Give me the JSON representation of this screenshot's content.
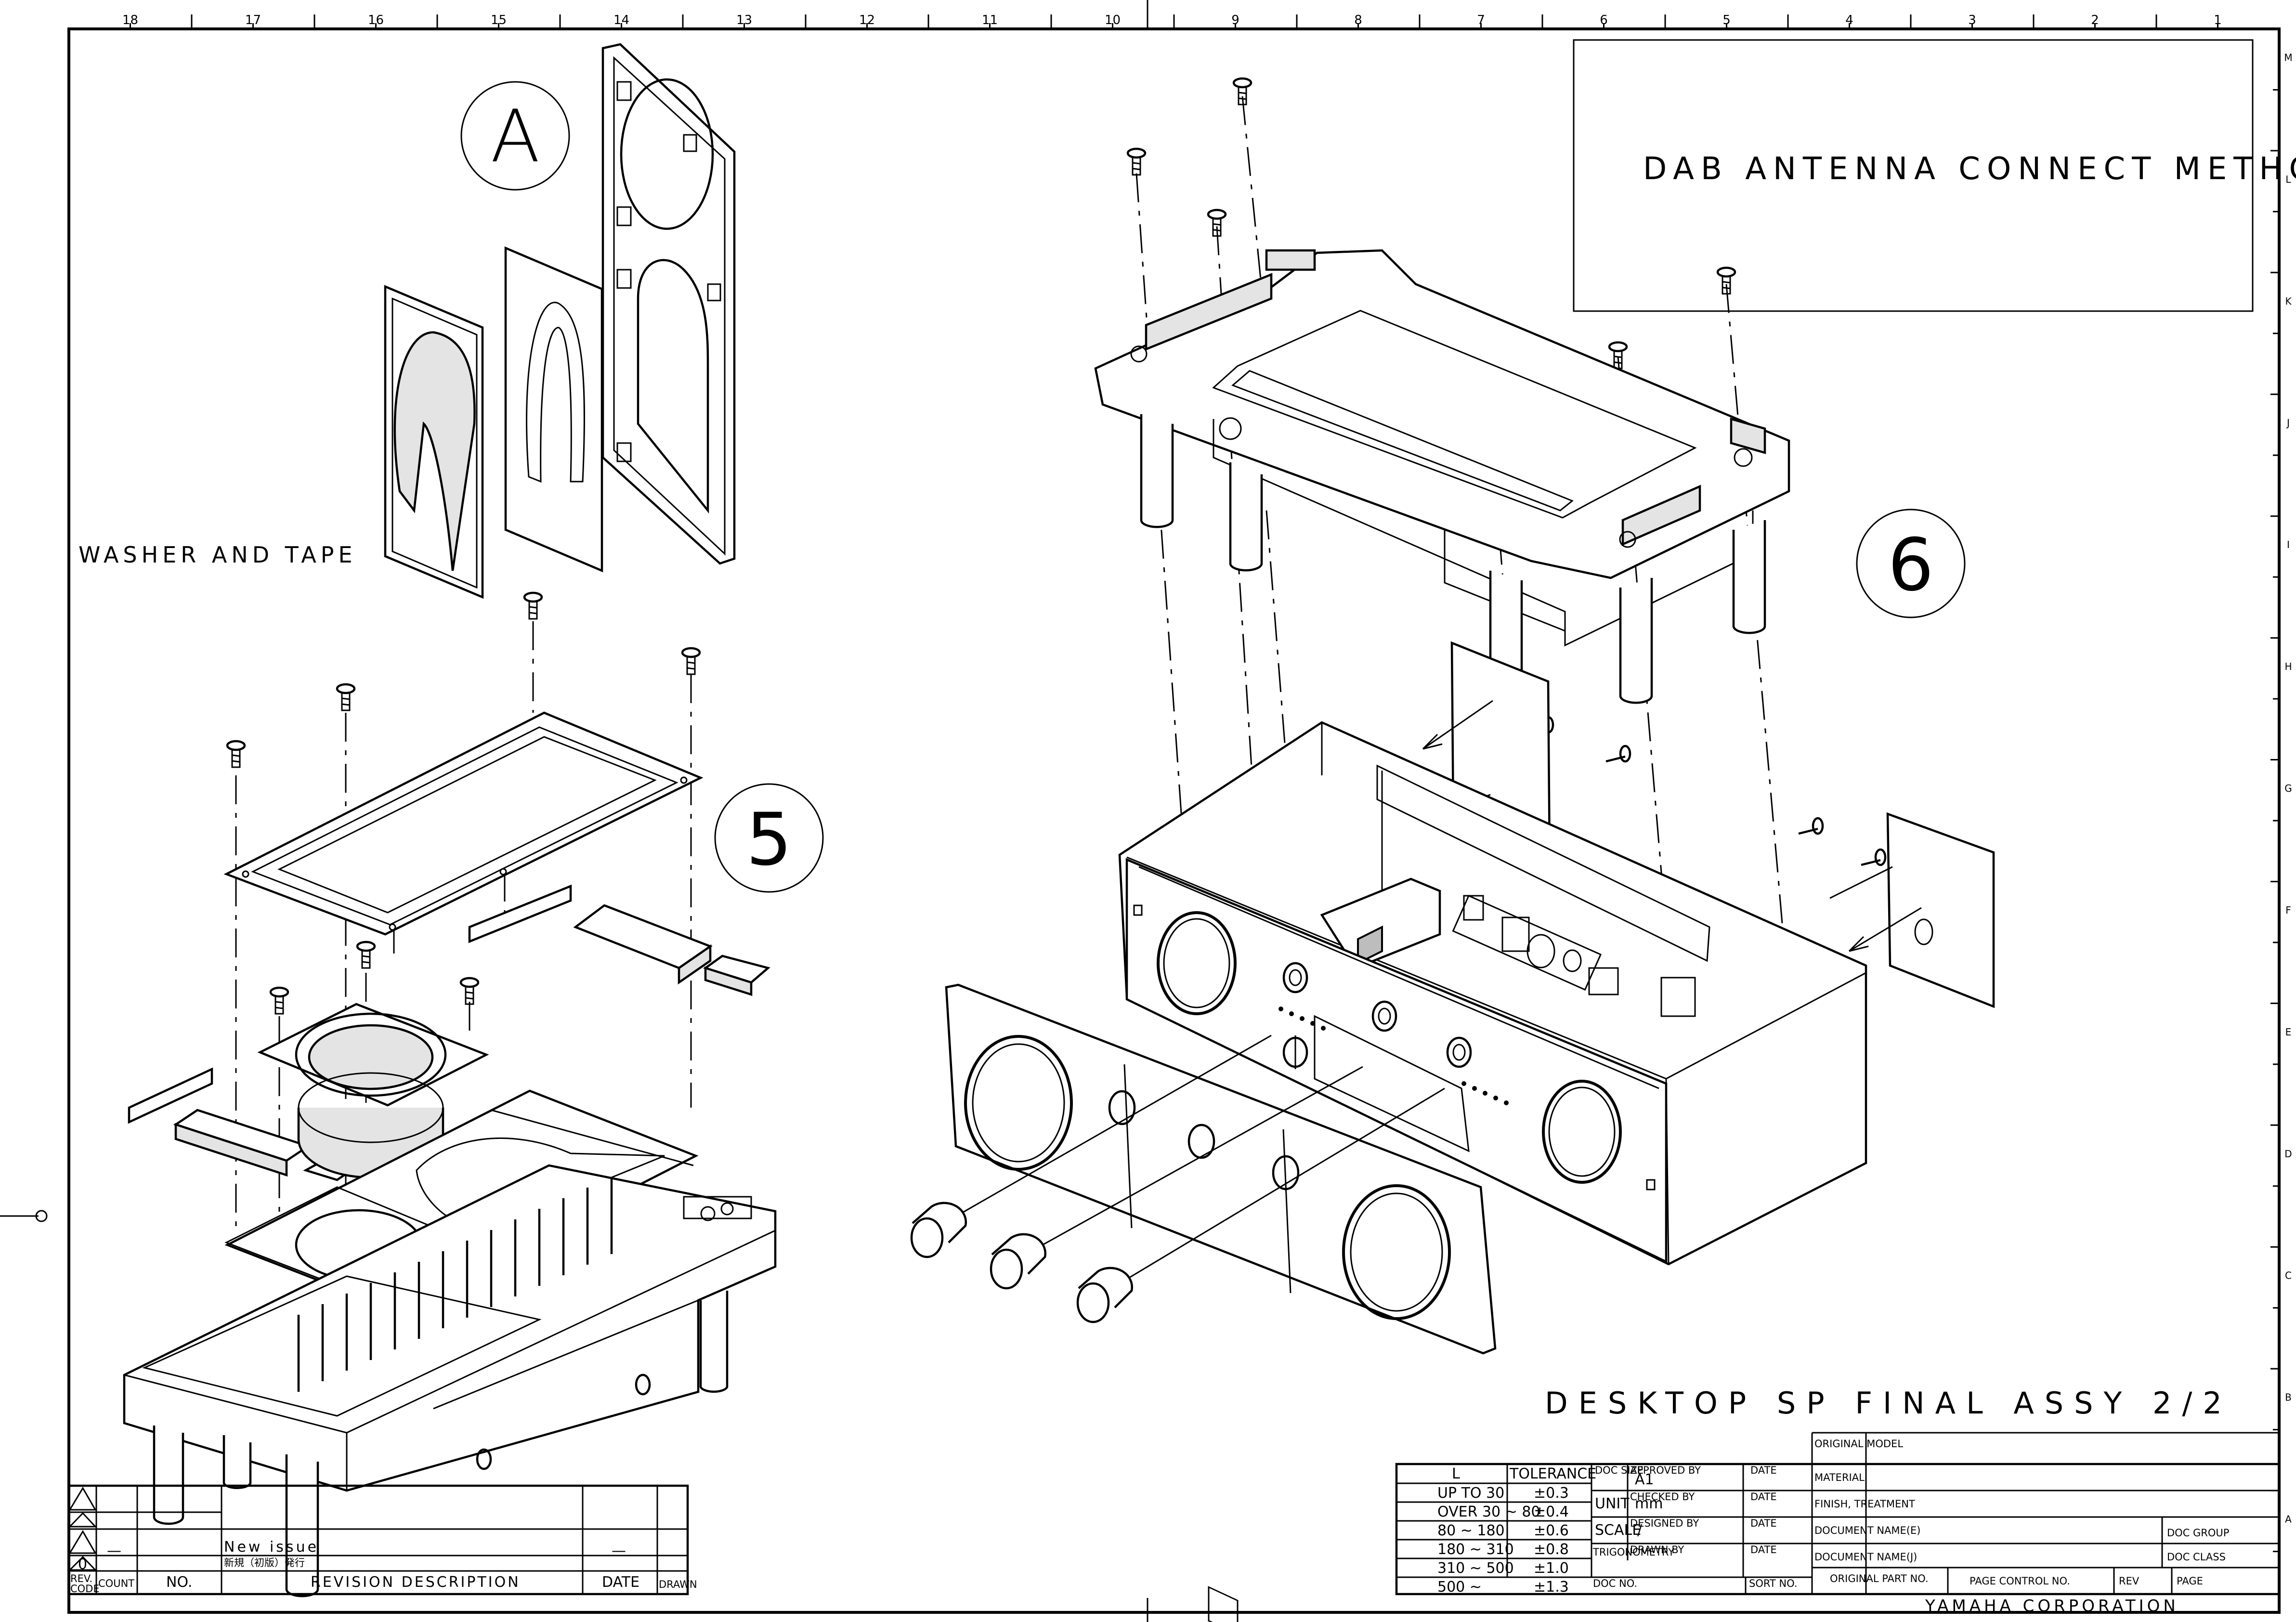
{
  "drawing": {
    "header_title": "DAB ANTENNA CONNECT METHOD",
    "assy_title": "DESKTOP SP FINAL ASSY 2/2",
    "side_label": "WASHER AND TAPE",
    "balloons": {
      "detail_a": "A",
      "step_5": "5",
      "step_6": "6"
    }
  },
  "ruler": {
    "columns": [
      "18",
      "17",
      "16",
      "15",
      "14",
      "13",
      "12",
      "11",
      "10",
      "9",
      "8",
      "7",
      "6",
      "5",
      "4",
      "3",
      "2",
      "1"
    ],
    "rows": [
      "M",
      "L",
      "K",
      "J",
      "I",
      "H",
      "G",
      "F",
      "E",
      "D",
      "C",
      "B",
      "A"
    ]
  },
  "revision_block": {
    "headers": {
      "rev_code": "REV.\nCODE",
      "count": "COUNT",
      "no": "NO.",
      "description": "REVISION DESCRIPTION",
      "date": "DATE",
      "drawn": "DRAWN"
    },
    "symbol": "0",
    "count_dash": "—",
    "entry_line1": "New issue",
    "entry_line2": "新規（初版）発行",
    "date_dash": "—"
  },
  "tolerance_table": {
    "header_l": "L",
    "header_tol": "TOLERANCE",
    "rows": [
      {
        "range": "UP TO 30",
        "tol": "±0.3"
      },
      {
        "range": "OVER 30 ~ 80",
        "tol": "±0.4"
      },
      {
        "range": "80 ~ 180",
        "tol": "±0.6"
      },
      {
        "range": "180 ~ 310",
        "tol": "±0.8"
      },
      {
        "range": "310 ~ 500",
        "tol": "±1.0"
      },
      {
        "range": "500 ~",
        "tol": "±1.3"
      }
    ]
  },
  "title_block": {
    "doc_size_label": "DOC SIZE",
    "doc_size": "A1",
    "unit_label": "UNIT",
    "unit": "mm",
    "scale_label": "SCALE",
    "scale": "/",
    "projection": "TRIGONOMETRY",
    "doc_no_label": "DOC NO.",
    "approved_by": "APPROVED BY",
    "checked_by": "CHECKED BY",
    "designed_by": "DESIGNED BY",
    "drawn_by": "DRAWN BY",
    "date": "DATE",
    "sort_no": "SORT NO.",
    "original_model": "ORIGINAL MODEL",
    "material": "MATERIAL",
    "finish": "FINISH, TREATMENT",
    "doc_name_e": "DOCUMENT NAME(E)",
    "doc_name_j": "DOCUMENT NAME(J)",
    "original_part_no": "ORIGINAL PART NO.",
    "page_control_no": "PAGE CONTROL NO.",
    "rev": "REV",
    "page": "PAGE",
    "doc_group": "DOC GROUP",
    "doc_class": "DOC CLASS",
    "company": "YAMAHA CORPORATION"
  }
}
